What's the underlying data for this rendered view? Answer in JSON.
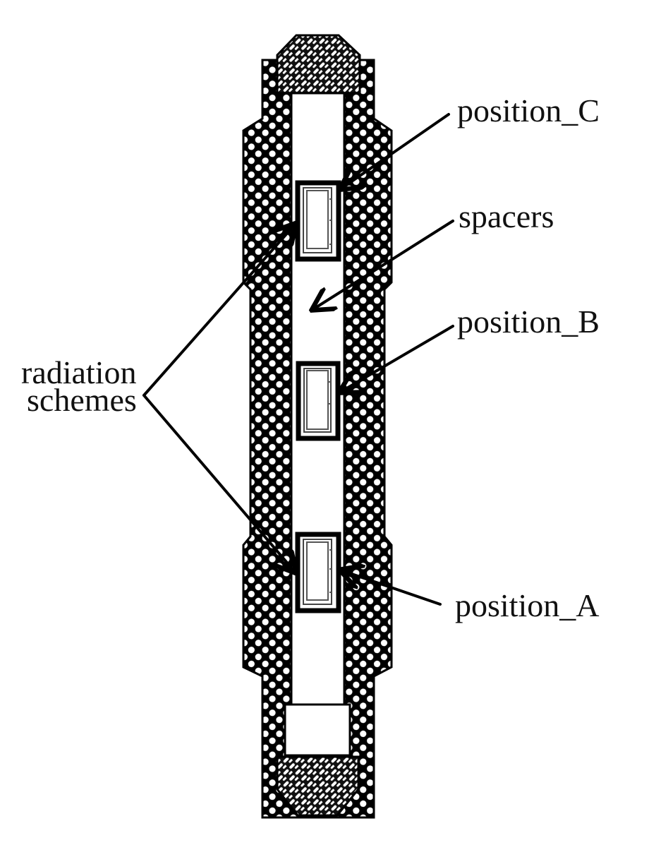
{
  "diagram": {
    "title": "Irradiation capsule cross-section",
    "labels": {
      "position_c": "position_C",
      "spacers": "spacers",
      "position_b": "position_B",
      "radiation_schemes_line1": "radiation",
      "radiation_schemes_line2": "schemes",
      "position_a": "position_A"
    },
    "components": [
      {
        "id": "top-plug",
        "name": "top end plug",
        "fill": "diagonal-hatch"
      },
      {
        "id": "capsule-body",
        "name": "capsule body wall",
        "fill": "cross-hatch"
      },
      {
        "id": "sample-c",
        "name": "sample holder at position_C"
      },
      {
        "id": "sample-b",
        "name": "sample holder at position_B"
      },
      {
        "id": "sample-a",
        "name": "sample holder at position_A"
      },
      {
        "id": "spacer-cavity",
        "name": "spacers"
      },
      {
        "id": "bottom-spacer-block",
        "name": "bottom spacer"
      },
      {
        "id": "bottom-plug",
        "name": "bottom end plug",
        "fill": "diagonal-hatch"
      }
    ],
    "colors": {
      "ink": "#000000",
      "background": "#ffffff"
    }
  }
}
